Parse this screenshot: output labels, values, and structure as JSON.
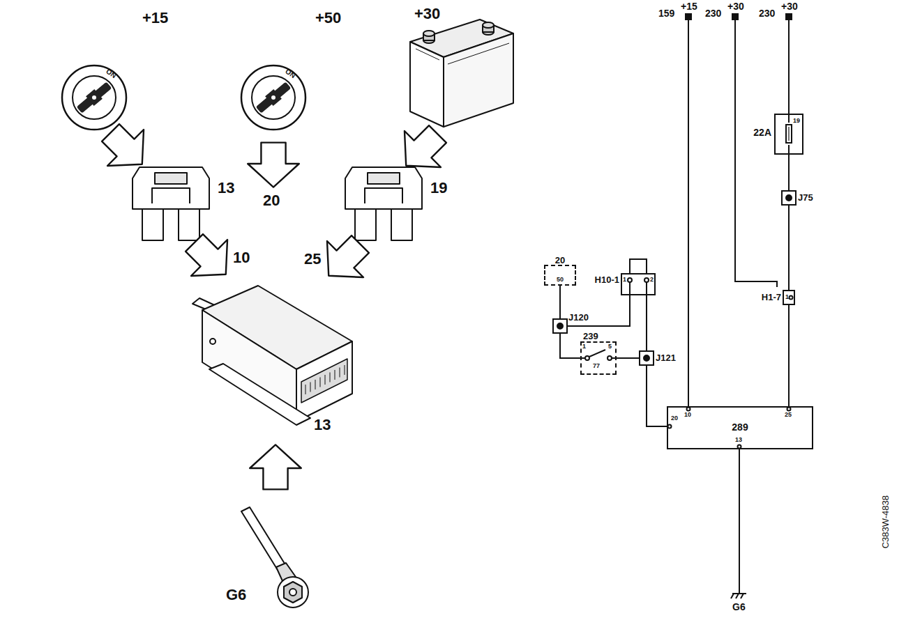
{
  "diagram": {
    "nodes": [
      {
        "text": [
          "22A",
          "19"
        ]
      },
      {
        "text": [
          "J75"
        ]
      },
      {
        "text": [
          "20",
          "50"
        ]
      },
      {
        "text": [
          "H10-1"
        ]
      },
      {
        "text": [
          "H1-7",
          "1"
        ]
      },
      {
        "text": [
          "J120"
        ]
      },
      {
        "text": [
          "239"
        ]
      },
      {
        "text": [
          "J121"
        ]
      },
      {
        "text": [
          "289"
        ]
      }
    ],
    "edges": [
      {
        "from": 0,
        "to": 1,
        "arrow": "none"
      },
      {
        "from": 1,
        "to": 4,
        "arrow": "none"
      },
      {
        "from": 4,
        "to": 8,
        "arrow": "none"
      },
      {
        "from": 2,
        "to": 5,
        "arrow": "none"
      },
      {
        "from": 5,
        "to": 3,
        "arrow": "none"
      },
      {
        "from": 5,
        "to": 6,
        "arrow": "none"
      },
      {
        "from": 6,
        "to": 7,
        "arrow": "none"
      },
      {
        "from": 3,
        "to": 7,
        "arrow": "none"
      },
      {
        "from": 7,
        "to": 8,
        "arrow": "none"
      }
    ],
    "labels": [
      "+15",
      "ON",
      "+50",
      "ON",
      "+30",
      "13",
      "20",
      "19",
      "10",
      "25",
      "13",
      "G6",
      "159",
      "+15",
      "230",
      "+30",
      "230",
      "+30",
      "1",
      "2",
      "1",
      "5",
      "77",
      "10",
      "20",
      "25",
      "13",
      "G6",
      "C383W-4838"
    ]
  }
}
